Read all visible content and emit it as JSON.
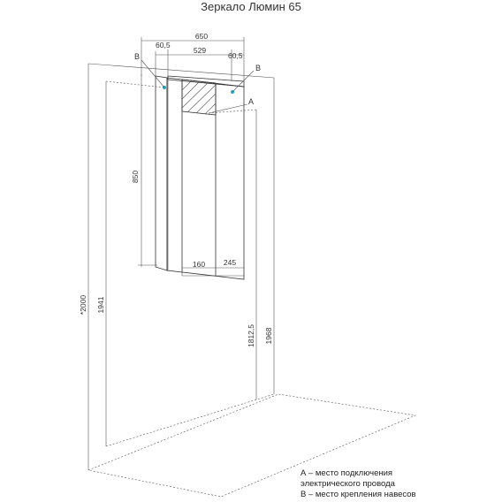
{
  "title": "Зеркало Люмин 65",
  "dimensions": {
    "top_width": "650",
    "inner_width": "529",
    "left_offset": "60,5",
    "right_offset": "60,5",
    "height": "850",
    "bottom_left": "160",
    "bottom_right": "245",
    "left_height_total": "*2000",
    "left_height_inner": "1941",
    "right_height_a": "1812,5",
    "right_height_b": "1968"
  },
  "labels": {
    "mark_b_left": "B",
    "mark_b_right": "B",
    "mark_a": "A"
  },
  "legend": {
    "line1": "А – место подключения",
    "line2": "электрического провода",
    "line3": "В – место крепления навесов"
  },
  "colors": {
    "mount_point": "#2aa6c8",
    "line": "#333333"
  }
}
